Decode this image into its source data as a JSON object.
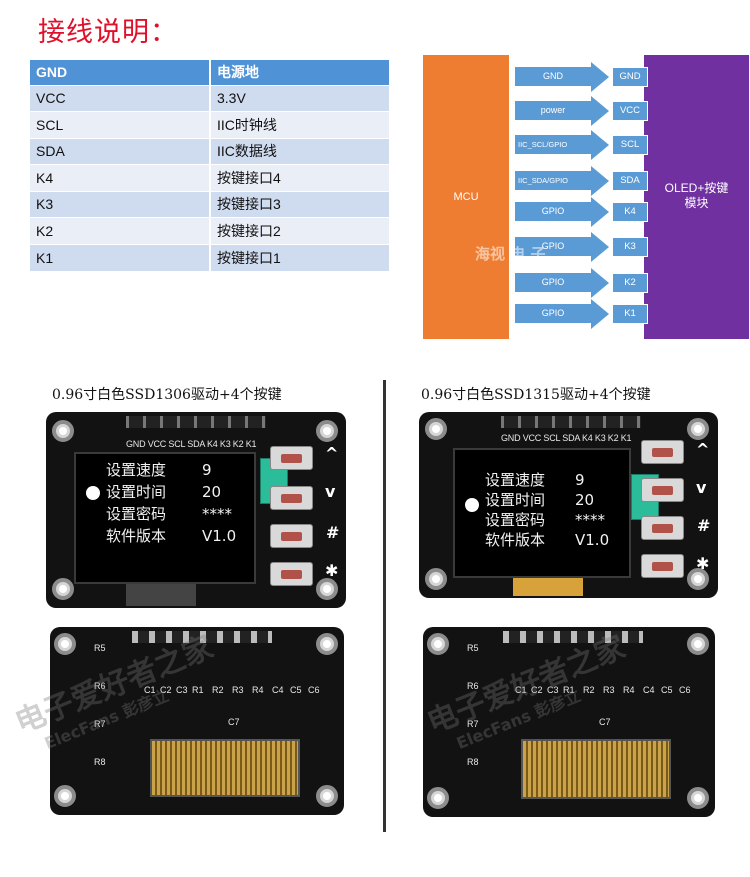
{
  "title": "接线说明：",
  "pin_table": {
    "header": [
      "GND",
      "电源地"
    ],
    "rows": [
      [
        "VCC",
        "3.3V"
      ],
      [
        "SCL",
        "IIC时钟线"
      ],
      [
        "SDA",
        "IIC数据线"
      ],
      [
        "K4",
        "按键接口4"
      ],
      [
        "K3",
        "按键接口3"
      ],
      [
        "K2",
        "按键接口2"
      ],
      [
        "K1",
        "按键接口1"
      ]
    ]
  },
  "diagram": {
    "mcu_label": "MCU",
    "oled_label_line1": "OLED+按键",
    "oled_label_line2": "模块",
    "arrows": [
      "GND",
      "power",
      "IIC_SCL/GPIO",
      "IIC_SDA/GPIO",
      "GPIO",
      "GPIO",
      "GPIO",
      "GPIO"
    ],
    "pins": [
      "GND",
      "VCC",
      "SCL",
      "SDA",
      "K4",
      "K3",
      "K2",
      "K1"
    ],
    "watermark": "海视 电 子",
    "colors": {
      "mcu": "#ee7d31",
      "oled": "#7030a0",
      "arrow": "#5b9bd5"
    }
  },
  "left_module": {
    "caption": "0.96寸白色SSD1306驱动+4个按键",
    "pin_labels": "GND VCC SCL SDA  K4  K3  K2  K1",
    "menu": [
      {
        "label": "设置速度",
        "value": "9"
      },
      {
        "label": "设置时间",
        "value": "20"
      },
      {
        "label": "设置密码",
        "value": "****"
      },
      {
        "label": "软件版本",
        "value": "V1.0"
      }
    ],
    "key_symbols": [
      "^",
      "v",
      "#",
      "✱"
    ],
    "back_silk": [
      "R5",
      "R6",
      "R7",
      "R8",
      "C1",
      "C2",
      "C3",
      "R1",
      "R2",
      "R3",
      "R4",
      "C4",
      "C5",
      "C6",
      "C7"
    ]
  },
  "right_module": {
    "caption": "0.96寸白色SSD1315驱动+4个按键",
    "pin_labels": "GND VCC SCL SDA  K4  K3  K2  K1",
    "menu": [
      {
        "label": "设置速度",
        "value": "9"
      },
      {
        "label": "设置时间",
        "value": "20"
      },
      {
        "label": "设置密码",
        "value": "****"
      },
      {
        "label": "软件版本",
        "value": "V1.0"
      }
    ],
    "key_symbols": [
      "^",
      "v",
      "#",
      "✱"
    ],
    "back_silk": [
      "R5",
      "R6",
      "R7",
      "R8",
      "C1",
      "C2",
      "C3",
      "R1",
      "R2",
      "R3",
      "R4",
      "C4",
      "C5",
      "C6",
      "C7"
    ]
  },
  "watermark_text": "电子爱好者之家",
  "watermark_sub": "ElecFans 彭彦立"
}
